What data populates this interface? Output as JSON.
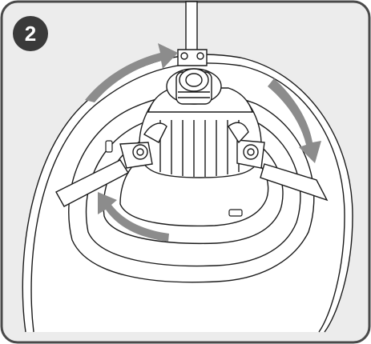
{
  "step": {
    "number": "2"
  },
  "colors": {
    "panel_fill": "#ececec",
    "panel_border": "#4a4a4a",
    "badge_fill": "#3a3a3a",
    "badge_text": "#ffffff",
    "arrow_gray": "#8c8c8c",
    "line": "#1a1a1a",
    "part_fill": "#ffffff"
  },
  "icons": {
    "rotation_arrows": [
      "rotate-arrow-top",
      "rotate-arrow-right",
      "rotate-arrow-bottom-left",
      "rotate-arrow-left"
    ],
    "fixture": "recessed-light-fixture",
    "socket": "lamp-socket",
    "clips": [
      "spring-clip-left",
      "spring-clip-right",
      "spring-clip-top"
    ]
  }
}
